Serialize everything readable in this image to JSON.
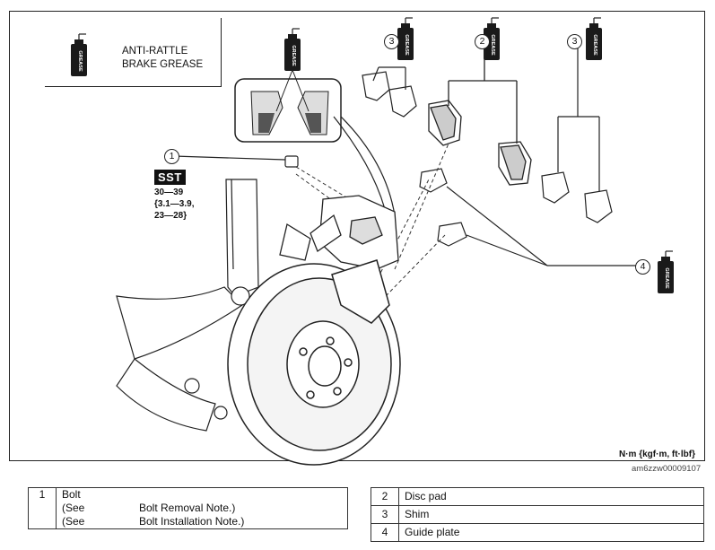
{
  "legend": {
    "line1": "ANTI-RATTLE",
    "line2": "BRAKE GREASE",
    "can_label": "GREASE"
  },
  "callouts": {
    "c1": "1",
    "c2": "2",
    "c3a": "3",
    "c3b": "3",
    "c4": "4"
  },
  "sst": {
    "badge": "SST",
    "torque_line1": "30—39",
    "torque_line2": "{3.1—3.9,",
    "torque_line3": "23—28}"
  },
  "units": "N·m {kgf·m, ft·lbf}",
  "figure_id": "am6zzw00009107",
  "parts_left": {
    "num": "1",
    "name": "Bolt",
    "note1_prefix": "(See",
    "note1_text": "Bolt Removal Note.)",
    "note2_prefix": "(See",
    "note2_text": "Bolt Installation Note.)"
  },
  "parts_right": [
    {
      "num": "2",
      "name": "Disc pad"
    },
    {
      "num": "3",
      "name": "Shim"
    },
    {
      "num": "4",
      "name": "Guide plate"
    }
  ],
  "colors": {
    "line": "#222222",
    "fill_dark": "#1a1a1a",
    "background": "#ffffff"
  }
}
